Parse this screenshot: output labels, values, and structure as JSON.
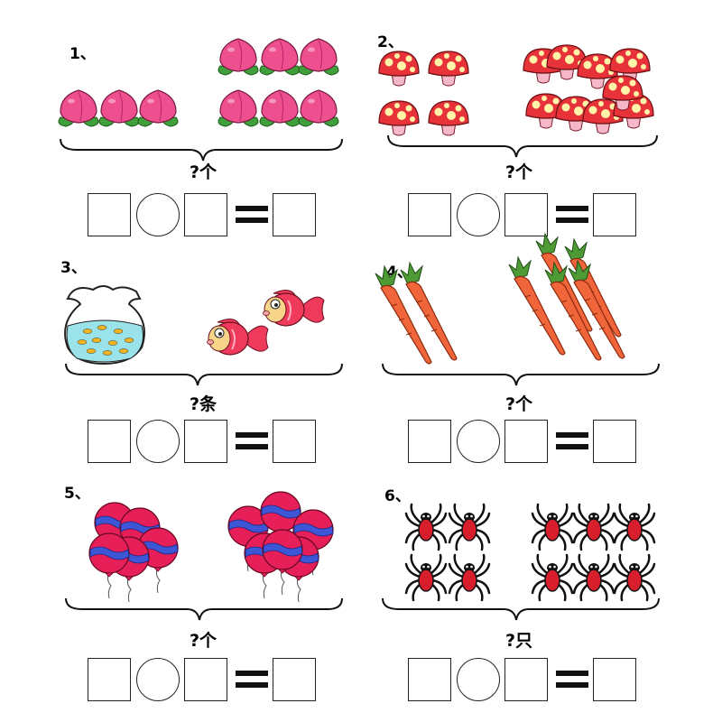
{
  "problems": [
    {
      "number": "1、",
      "object": "peach",
      "group_a": 3,
      "group_b": 6,
      "question": "?个",
      "expression": {
        "left": "",
        "operator": "",
        "right": "",
        "equals": "=",
        "result": ""
      }
    },
    {
      "number": "2、",
      "object": "mushroom",
      "group_a": 4,
      "group_b": 9,
      "question": "?个",
      "expression": {
        "left": "",
        "operator": "",
        "right": "",
        "equals": "=",
        "result": ""
      }
    },
    {
      "number": "3、",
      "object": "fish",
      "group_a": "fishbowl",
      "group_b": 2,
      "question": "?条",
      "expression": {
        "left": "",
        "operator": "",
        "right": "",
        "equals": "=",
        "result": ""
      }
    },
    {
      "number": "4、",
      "object": "carrot",
      "group_a": 2,
      "group_b": 5,
      "question": "?个",
      "expression": {
        "left": "",
        "operator": "",
        "right": "",
        "equals": "=",
        "result": ""
      }
    },
    {
      "number": "5、",
      "object": "balloon",
      "group_a": 5,
      "group_b": 6,
      "question": "?个",
      "expression": {
        "left": "",
        "operator": "",
        "right": "",
        "equals": "=",
        "result": ""
      }
    },
    {
      "number": "6、",
      "object": "spider",
      "group_a": 4,
      "group_b": 6,
      "question": "?只",
      "expression": {
        "left": "",
        "operator": "",
        "right": "",
        "equals": "=",
        "result": ""
      }
    }
  ],
  "colors": {
    "peach": "#ee4f8f",
    "leaf": "#3f9f3a",
    "mushroom_cap": "#e8323a",
    "mushroom_spot": "#fff4a8",
    "mushroom_stem": "#f6b8c8",
    "carrot": "#f0653a",
    "carrot_top": "#4e9a34",
    "balloon": "#e61f58",
    "balloon_stripe": "#3d56d6",
    "spider_body": "#d81e2c",
    "fish": "#f03a5c",
    "bowl_water": "#9ae3ea"
  },
  "icons": [
    "peach-icon",
    "mushroom-icon",
    "fishbowl-icon",
    "fish-icon",
    "carrot-icon",
    "balloon-icon",
    "spider-icon",
    "brace-icon"
  ]
}
